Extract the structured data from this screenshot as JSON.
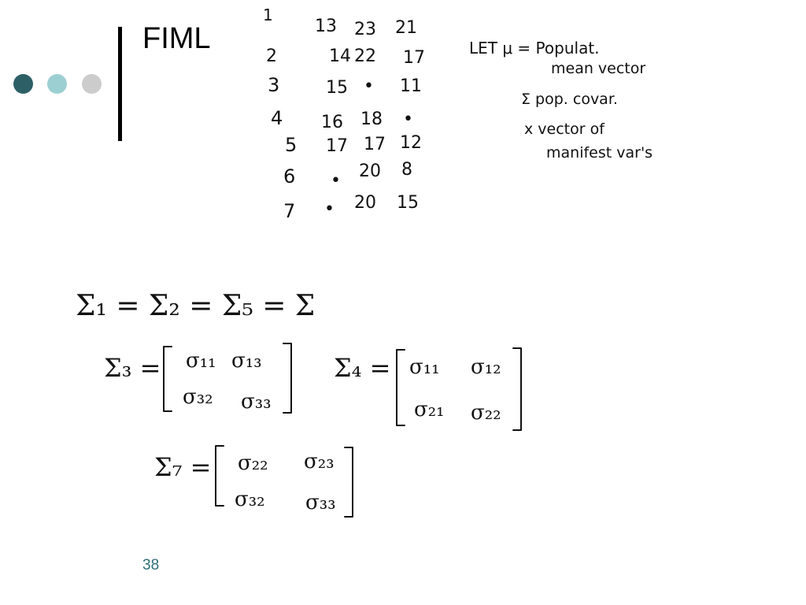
{
  "slide": {
    "title": "FIML",
    "page_number": "38"
  },
  "theme": {
    "dot_colors": [
      "#2d5f66",
      "#9ccfd2",
      "#cccccc"
    ],
    "accent": "#2d6f78"
  },
  "data_table": {
    "rows": [
      {
        "id": "1",
        "v1": "13",
        "v2": "23",
        "v3": "21"
      },
      {
        "id": "2",
        "v1": "14",
        "v2": "22",
        "v3": "17"
      },
      {
        "id": "3",
        "v1": "15",
        "v2": "•",
        "v3": "11"
      },
      {
        "id": "4",
        "v1": "16",
        "v2": "18",
        "v3": "•"
      },
      {
        "id": "5",
        "v1": "17",
        "v2": "17",
        "v3": "12"
      },
      {
        "id": "6",
        "v1": "•",
        "v2": "20",
        "v3": "8"
      },
      {
        "id": "7",
        "v1": "•",
        "v2": "20",
        "v3": "15"
      }
    ]
  },
  "notes": {
    "line1": "LET  μ = Populat.",
    "line2": "mean vector",
    "line3": "Σ  pop. covar.",
    "line4": "x  vector of",
    "line5": "manifest var's"
  },
  "equations": {
    "eq1": "Σ₁ = Σ₂ = Σ₅ = Σ",
    "sigma3_label": "Σ₃ =",
    "sigma3": [
      "σ₁₁",
      "σ₁₃",
      "σ₃₂",
      "σ₃₃"
    ],
    "sigma4_label": "Σ₄ =",
    "sigma4": [
      "σ₁₁",
      "σ₁₂",
      "σ₂₁",
      "σ₂₂"
    ],
    "sigma7_label": "Σ₇ =",
    "sigma7": [
      "σ₂₂",
      "σ₂₃",
      "σ₃₂",
      "σ₃₃"
    ]
  }
}
